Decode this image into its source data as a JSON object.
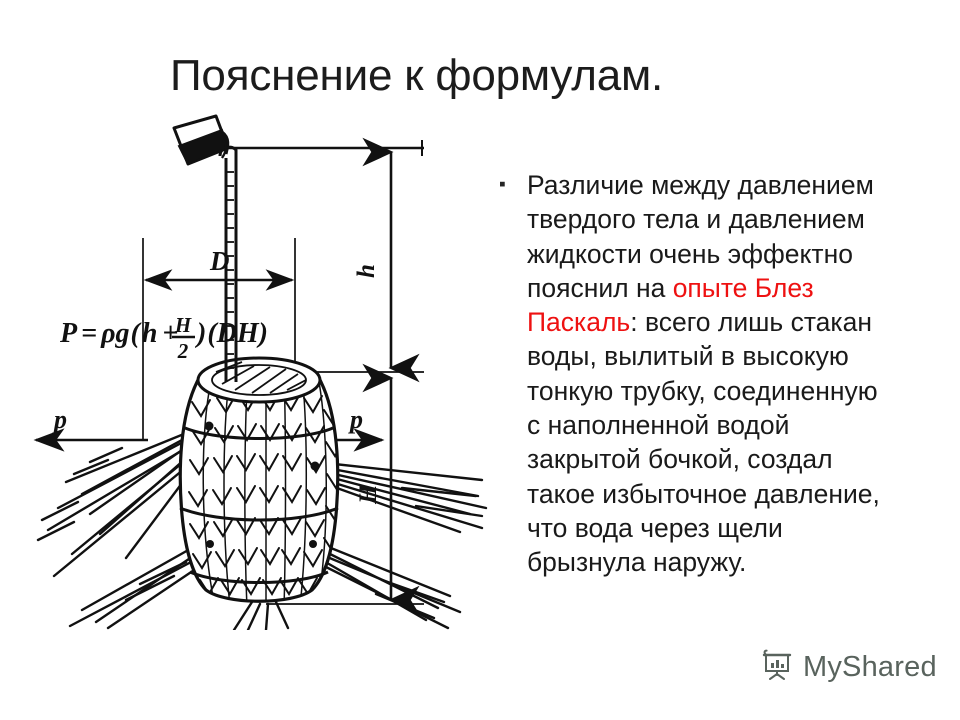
{
  "slide": {
    "title": "Пояснение к формулам.",
    "background_color": "#ffffff"
  },
  "body": {
    "bullet_marker": "▪",
    "text_before_highlight": "Различие между давлением твердого тела и давлением жидкости очень эффектно пояснил на ",
    "highlight": "опыте Блез Паскаль",
    "text_after_highlight": ": всего лишь стакан воды, вылитый в высокую тонкую трубку, соединенную с наполненной водой закрытой бочкой, создал такое избыточное давление, что вода через щели брызнула наружу.",
    "highlight_color": "#ee1111",
    "text_color": "#1a1a1a"
  },
  "figure": {
    "caption_formula": "P = ρg(h + H/2)(DH)",
    "formula_parts": {
      "lhs": "P",
      "equals": "=",
      "rho": "ρ",
      "g": "g",
      "open_paren": "(",
      "h": "h",
      "plus": "+",
      "numerator": "H",
      "denominator": "2",
      "close_paren": ")",
      "factor": "(DH)"
    },
    "labels": {
      "diameter": "D",
      "tube_height": "h",
      "barrel_height": "H",
      "pressure_left": "p",
      "pressure_right": "p"
    },
    "description": "Опыт Паскаля: стакан выливает воду в узкую градуированную трубку, вставленную в закрытую бочку; струи воды брызжут из щелей бочки во все стороны.",
    "line_color": "#111111"
  },
  "watermark": {
    "label": "MyShared",
    "icon": "presentation-board-icon",
    "color": "#4b5650"
  }
}
